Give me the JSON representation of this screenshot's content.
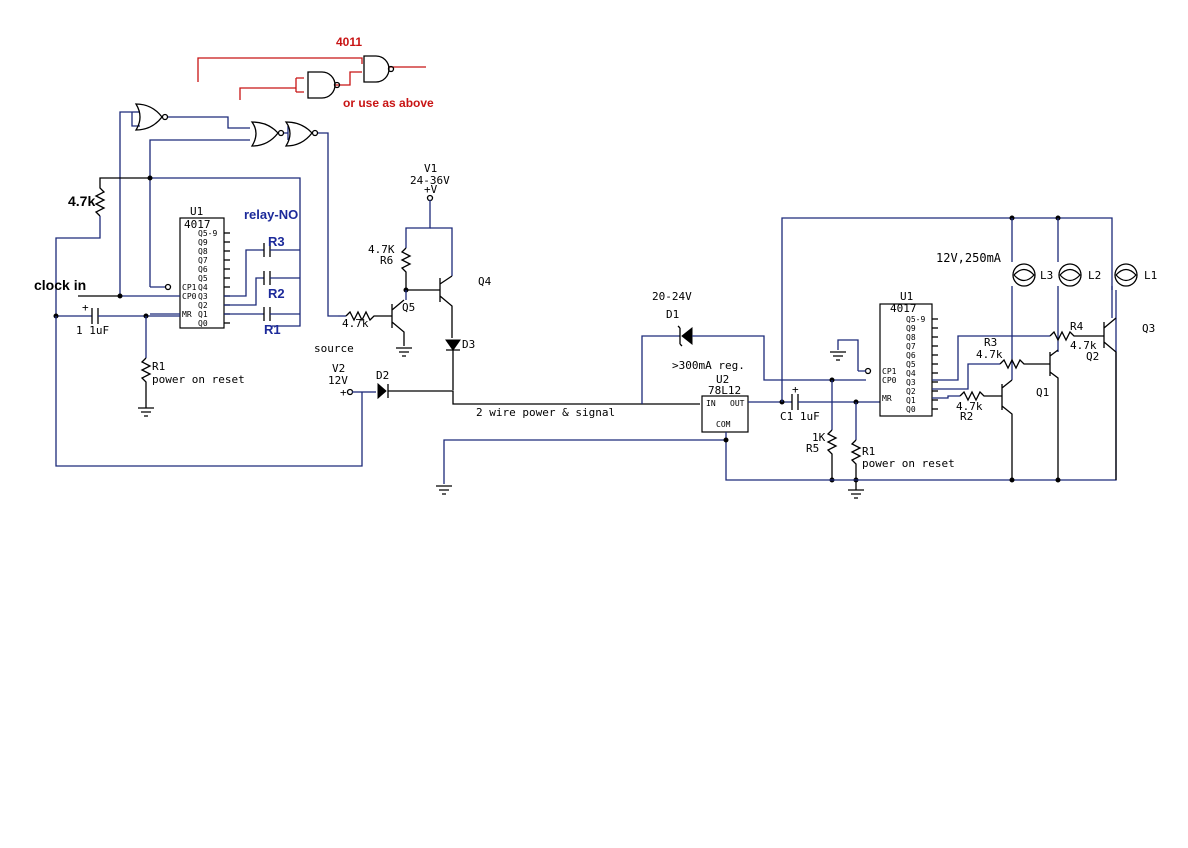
{
  "notes": {
    "gate_ic": "4011",
    "alt_hint": "or use as above",
    "clock_in": "clock in",
    "relay": "relay-NO",
    "source": "source",
    "two_wire": "2 wire power & signal",
    "supply_v1": "V1",
    "supply_v1_range": "24-36V",
    "supply_v1_node": "+V",
    "supply_v2": "V2",
    "supply_v2_value": "12V",
    "lamp_rating": "12V,250mA",
    "reg_note": ">300mA reg.",
    "zener_rating": "20-24V"
  },
  "transmitter": {
    "ic_ref": "U1",
    "ic_part": "4017",
    "pins": [
      "Q5-9",
      "Q9",
      "Q8",
      "Q7",
      "Q6",
      "Q5",
      "Q4",
      "Q3",
      "Q2",
      "Q1",
      "Q0"
    ],
    "pin_cp1": "CP1",
    "pin_cp0": "CP0",
    "pin_mr": "MR",
    "r_pullup": "4.7k",
    "cap": "1 1uF",
    "r_reset": "R1",
    "reset_text": "power on reset",
    "relay_r3": "R3",
    "relay_r2": "R2",
    "relay_r1": "R1",
    "base_res": "4.7k",
    "r6_value": "4.7K",
    "r6_ref": "R6",
    "q4": "Q4",
    "q5": "Q5",
    "d3": "D3",
    "d2": "D2"
  },
  "receiver": {
    "ic_ref": "U1",
    "ic_part": "4017",
    "pins": [
      "Q5-9",
      "Q9",
      "Q8",
      "Q7",
      "Q6",
      "Q5",
      "Q4",
      "Q3",
      "Q2",
      "Q1",
      "Q0"
    ],
    "pin_cp1": "CP1",
    "pin_cp0": "CP0",
    "pin_mr": "MR",
    "d1": "D1",
    "reg_ref": "U2",
    "reg_part": "78L12",
    "reg_in": "IN",
    "reg_out": "OUT",
    "reg_com": "COM",
    "cap": "C1 1uF",
    "r5_value": "1K",
    "r5_ref": "R5",
    "r1_ref": "R1",
    "reset_text": "power on reset",
    "r3_ref": "R3",
    "r3_value": "4.7k",
    "r4_ref": "R4",
    "r4_value": "4.7k",
    "r2_value": "4.7k",
    "r2_ref": "R2",
    "q1": "Q1",
    "q2": "Q2",
    "q3": "Q3",
    "l1": "L1",
    "l2": "L2",
    "l3": "L3"
  }
}
